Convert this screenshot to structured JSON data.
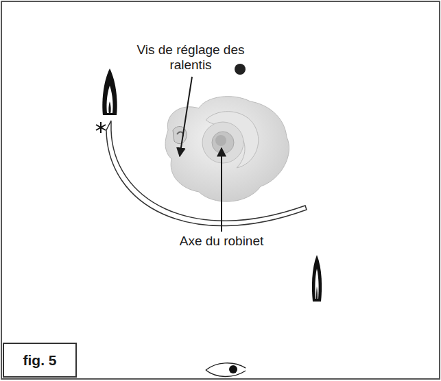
{
  "diagram": {
    "nodes": [
      {
        "text": [
          "fig. 5"
        ]
      }
    ],
    "labels": [
      "Vis de réglage des ralentis",
      "Axe du robinet"
    ]
  }
}
